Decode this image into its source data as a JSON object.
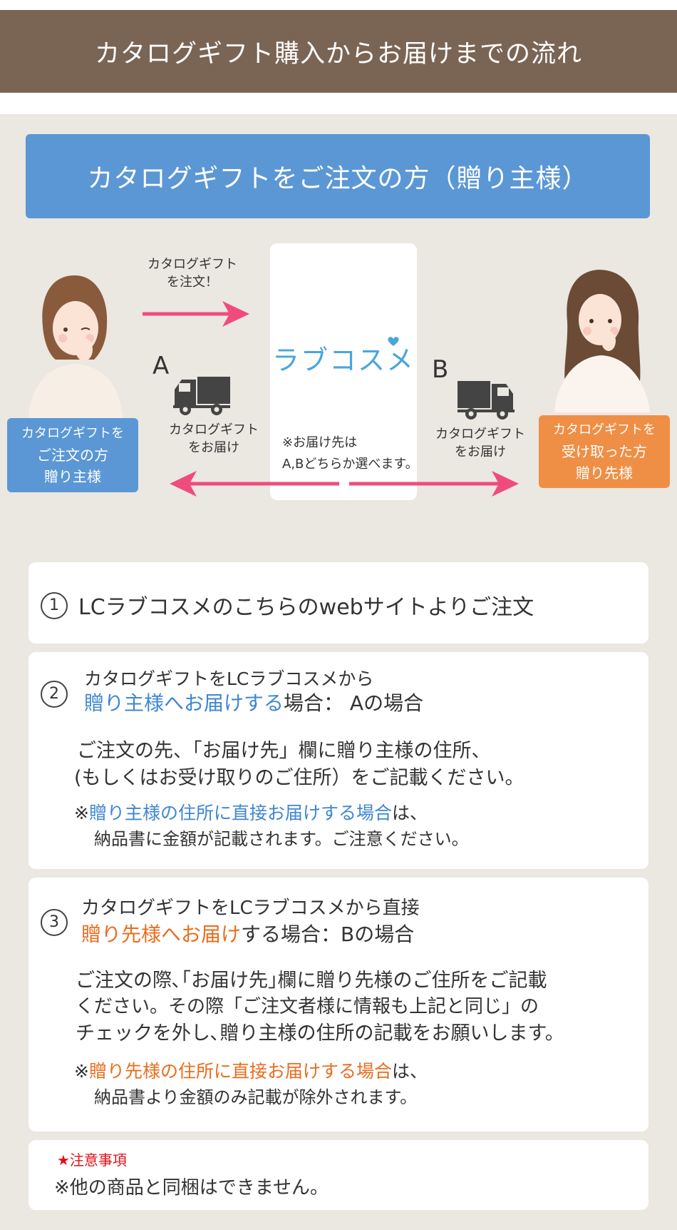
{
  "header": {
    "title": "カタログギフト購入からお届けまでの流れ"
  },
  "banner": {
    "title": "カタログギフトをご注文の方（贈り主様）"
  },
  "diagram": {
    "order_label_1": "カタログギフト",
    "order_label_2": "を注文！",
    "logo": "ラブコスメ",
    "route_a_letter": "A",
    "route_b_letter": "B",
    "route_a_label_1": "カタログギフト",
    "route_a_label_2": "をお届け",
    "route_b_label_1": "カタログギフト",
    "route_b_label_2": "をお届け",
    "center_note_1": "※お届け先は",
    "center_note_2": "A,Bどちらか選べます。",
    "sender_tag": {
      "line1": "カタログギフトを",
      "line2": "ご注文の方",
      "line3": "贈り主様"
    },
    "recipient_tag": {
      "line1": "カタログギフトを",
      "line2": "受け取った方",
      "line3": "贈り先様"
    },
    "colors": {
      "arrow": "#ef4c7d",
      "truck": "#444444",
      "sender_tag": "#5b97d5",
      "recipient_tag": "#ef8f45"
    }
  },
  "steps": {
    "step1": {
      "number": "1",
      "text": "LCラブコスメのこちらのwebサイトよりご注文"
    },
    "step2": {
      "number": "2",
      "line1": "カタログギフトをLCラブコスメから",
      "line2_highlight": "贈り主様へお届けする",
      "line2_rest": "場合：  Aの場合",
      "body1": "ご注文の先、「お届け先」欄に贈り主様の住所、",
      "body2": "(もしくはお受け取りのご住所）をご記載ください。",
      "note_prefix": "※",
      "note_highlight": "贈り主様の住所に直接お届けする場合",
      "note_rest": "は、",
      "note2": "納品書に金額が記載されます。ご注意ください。"
    },
    "step3": {
      "number": "3",
      "line1": "カタログギフトをLCラブコスメから直接",
      "line2_highlight": "贈り先様へお届け",
      "line2_rest": "する場合：Bの場合",
      "body1": "ご注文の際､｢お届け先｣欄に贈り先様のご住所をご記載",
      "body2": "ください。その際「ご注文者様に情報も上記と同じ」の",
      "body3": "チェックを外し､贈り主様の住所の記載をお願いします。",
      "note_prefix": "※",
      "note_highlight": "贈り先様の住所に直接お届けする場合",
      "note_rest": "は、",
      "note2": "納品書より金額のみ記載が除外されます。"
    }
  },
  "caution": {
    "title": "★注意事項",
    "text": "※他の商品と同梱はできません。"
  }
}
